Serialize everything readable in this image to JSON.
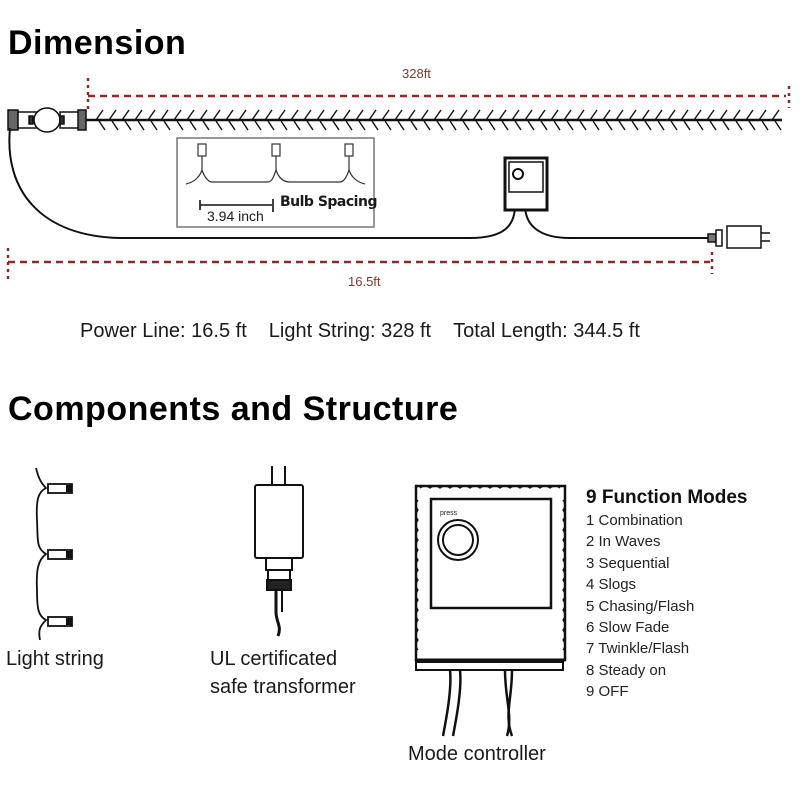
{
  "dimension": {
    "title": "Dimension",
    "light_string_length_label": "328ft",
    "power_line_length_label": "16.5ft",
    "inset": {
      "spacing_value": "3.94 inch",
      "spacing_label": "Bulb Spacing"
    },
    "summary": [
      "Power Line: 16.5 ft",
      "Light String: 328 ft",
      "Total Length: 344.5 ft"
    ],
    "dim_line_color": "#8b2a2a"
  },
  "components": {
    "title": "Components and Structure",
    "light_string_label": "Light string",
    "transformer_label_line1": "UL certificated",
    "transformer_label_line2": "safe transformer",
    "controller_label": "Mode controller",
    "press_label": "press",
    "modes": {
      "title": "9 Function Modes",
      "items": [
        "1 Combination",
        "2 In Waves",
        "3 Sequential",
        "4 Slogs",
        "5 Chasing/Flash",
        "6 Slow Fade",
        "7 Twinkle/Flash",
        "8 Steady on",
        "9 OFF"
      ]
    }
  }
}
